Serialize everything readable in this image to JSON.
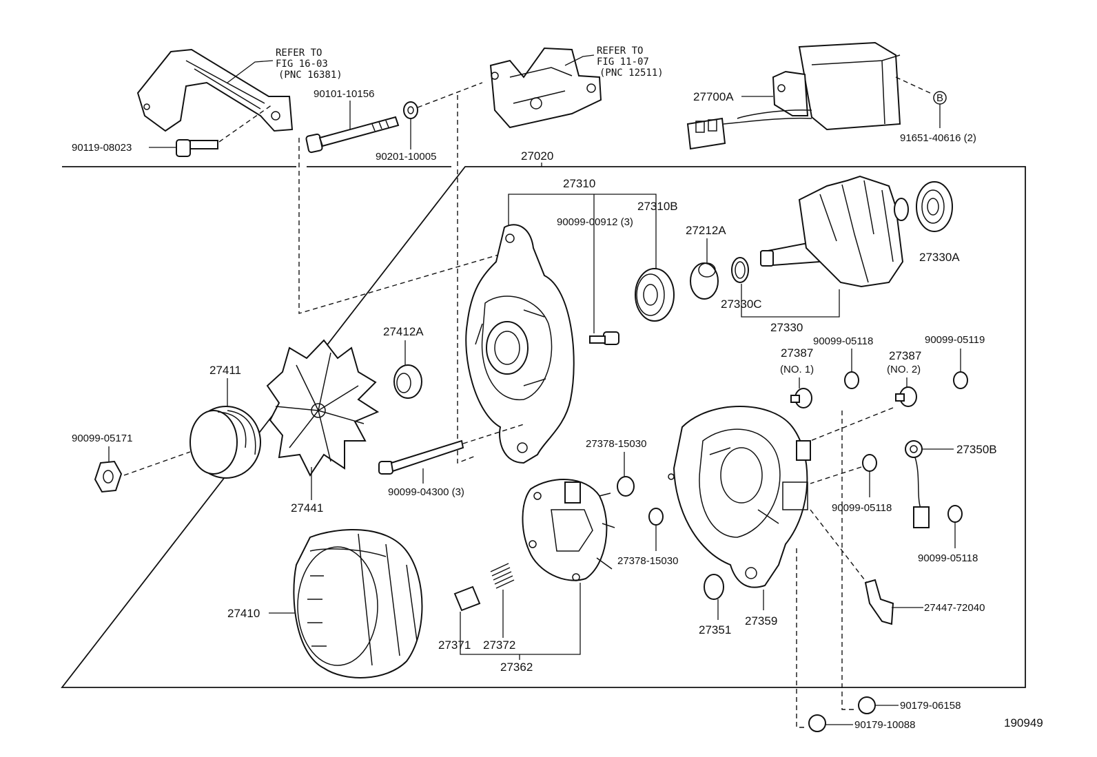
{
  "refs": {
    "ref1": [
      "REFER TO",
      "FIG 16-03",
      "(PNC 16381)"
    ],
    "ref2": [
      "REFER TO",
      "FIG 11-07",
      "(PNC 12511)"
    ]
  },
  "labels": {
    "p90119_08023": "90119-08023",
    "p90101_10156": "90101-10156",
    "p90201_10005": "90201-10005",
    "p27700A": "27700A",
    "p91651_40616": "91651-40616 (2)",
    "circleB": "B",
    "p27020": "27020",
    "p27310": "27310",
    "p27310B": "27310B",
    "p90099_00912": "90099-00912 (3)",
    "p27212A": "27212A",
    "p27330A": "27330A",
    "p27330C": "27330C",
    "p27330": "27330",
    "p27412A": "27412A",
    "p27411": "27411",
    "p90099_05171": "90099-05171",
    "p27441": "27441",
    "p90099_04300": "90099-04300 (3)",
    "p27387_1": "27387",
    "p27387_1_sub": "(NO. 1)",
    "p90099_05118_a": "90099-05118",
    "p27387_2": "27387",
    "p27387_2_sub": "(NO. 2)",
    "p90099_05119": "90099-05119",
    "p27350B": "27350B",
    "p27378_15030_a": "27378-15030",
    "p27378_15030_b": "27378-15030",
    "p90099_05118_b": "90099-05118",
    "p90099_05118_c": "90099-05118",
    "p27410": "27410",
    "p27371": "27371",
    "p27372": "27372",
    "p27362": "27362",
    "p27351": "27351",
    "p27359": "27359",
    "p27447_72040": "27447-72040",
    "p90179_06158": "90179-06158",
    "p90179_10088": "90179-10088",
    "figno": "190949"
  }
}
